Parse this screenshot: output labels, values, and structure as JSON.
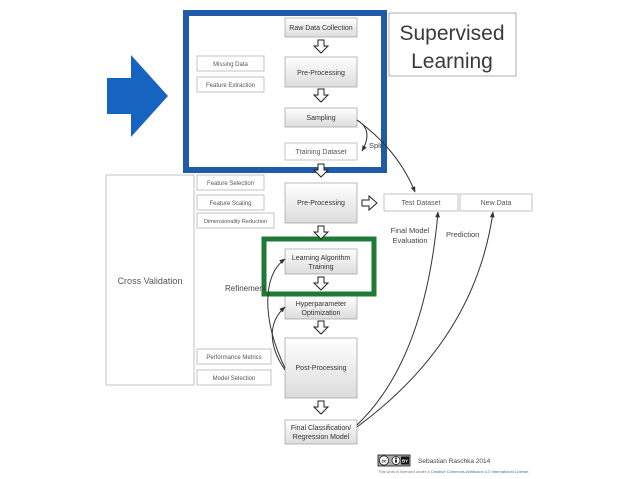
{
  "title": "Supervised Learning",
  "title_lines": [
    "Supervised",
    "Learning"
  ],
  "steps": {
    "raw_data": "Raw Data Collection",
    "preprocessing_1": "Pre-Processing",
    "sampling": "Sampling",
    "training_dataset": "Training Dataset",
    "preprocessing_2": "Pre-Processing",
    "learning_algorithm": [
      "Learning Algorithm",
      "Training"
    ],
    "hyperparameter": [
      "Hyperparameter",
      "Optimization"
    ],
    "post_processing": "Post-Processing",
    "final_model": [
      "Final Classification/",
      "Regression Model"
    ],
    "test_dataset": "Test Dataset",
    "new_data": "New Data",
    "cross_validation": "Cross Validation"
  },
  "side_notes": {
    "missing_data": "Missing Data",
    "feature_extraction": "Feature Extraction",
    "feature_selection": "Feature Selection",
    "feature_scaling": "Feature Scaling",
    "dimensionality_reduction": "Dimensionality Reduction",
    "performance_metrics": "Performance Metrics",
    "model_selection": "Model Selection"
  },
  "annotations": {
    "split": "Split",
    "refinement": "Refinement",
    "final_model_evaluation": [
      "Final Model",
      "Evaluation"
    ],
    "prediction": "Prediction"
  },
  "credit": {
    "author": "Sebastian Raschka 2014",
    "license_prefix": "This work is licensed under a",
    "license_link": "Creative Commons Attribution 4.0 International License.",
    "badge_text": "BY"
  },
  "colors": {
    "blue_highlight": "#1f5ba8",
    "green_highlight": "#1e7a34",
    "big_arrow": "#1565c0",
    "box_border": "#b5b5b5"
  },
  "icons": {
    "pointer": "arrow-right-icon",
    "license": "creative-commons-icon"
  }
}
